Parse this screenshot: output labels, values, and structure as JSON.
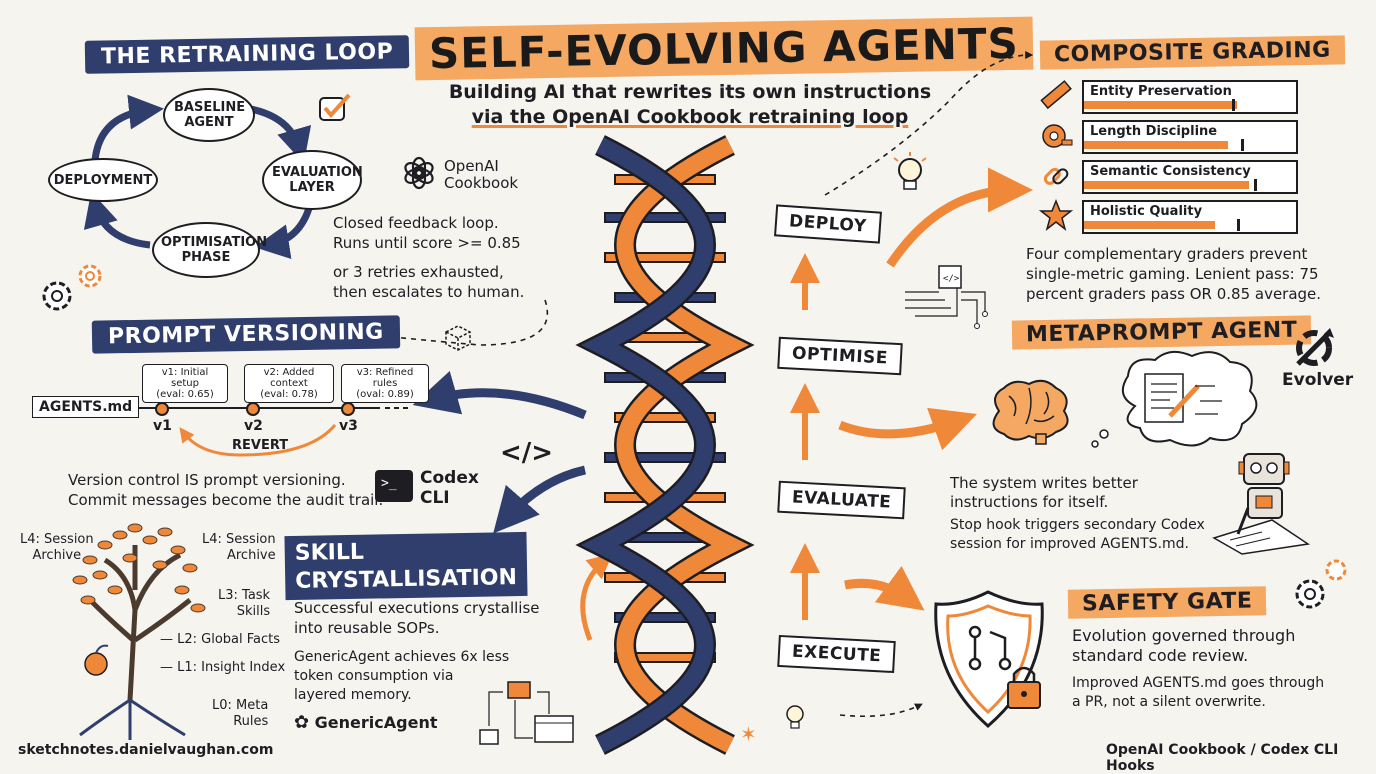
{
  "title": "SELF-EVOLVING AGENTS",
  "subtitle_line1": "Building AI that rewrites its own instructions",
  "subtitle_line2": "via the OpenAI Cookbook retraining loop",
  "openai_logo": {
    "line1": "OpenAI",
    "line2": "Cookbook"
  },
  "retraining_loop": {
    "heading": "THE RETRAINING LOOP",
    "nodes": [
      "BASELINE AGENT",
      "EVALUATION LAYER",
      "OPTIMISATION PHASE",
      "DEPLOYMENT"
    ],
    "desc_lines": [
      "Closed feedback loop.",
      "Runs until score >= 0.85",
      "or 3 retries exhausted,",
      "then escalates to human."
    ]
  },
  "prompt_versioning": {
    "heading": "PROMPT VERSIONING",
    "file": "AGENTS.md",
    "versions": [
      {
        "label": "v1",
        "note1": "v1: Initial setup",
        "note2": "(eval: 0.65)"
      },
      {
        "label": "v2",
        "note1": "v2: Added context",
        "note2": "(eval: 0.78)"
      },
      {
        "label": "v3",
        "note1": "v3: Refined rules",
        "note2": "(oval: 0.89)"
      }
    ],
    "revert": "REVERT",
    "desc_lines": [
      "Version control IS prompt versioning.",
      "Commit messages become the audit trail."
    ]
  },
  "codex": {
    "line1": "Codex",
    "line2": "CLI"
  },
  "skill": {
    "heading_line1": "SKILL",
    "heading_line2": "CRYSTALLISATION",
    "desc1_lines": [
      "Successful executions crystallise",
      "into reusable SOPs."
    ],
    "desc2_lines": [
      "GenericAgent achieves 6x less",
      "token consumption via",
      "layered memory."
    ],
    "logo": "GenericAgent"
  },
  "memory_tree": {
    "l4a": [
      "L4: Session",
      "Archive"
    ],
    "l4b": [
      "L4: Session",
      "Archive"
    ],
    "l3": [
      "L3: Task",
      "Skills"
    ],
    "l2": "L2: Global Facts",
    "l1": "L1: Insight Index",
    "l0": [
      "L0: Meta",
      "Rules"
    ]
  },
  "helix_banners": [
    "DEPLOY",
    "OPTIMISE",
    "EVALUATE",
    "EXECUTE"
  ],
  "composite": {
    "heading": "COMPOSITE GRADING",
    "graders": [
      {
        "name": "Entity Preservation",
        "icon": "ruler-icon",
        "fill": 0.72,
        "threshold": 0.7
      },
      {
        "name": "Length Discipline",
        "icon": "tape-measure-icon",
        "fill": 0.68,
        "threshold": 0.74
      },
      {
        "name": "Semantic Consistency",
        "icon": "chain-link-icon",
        "fill": 0.78,
        "threshold": 0.8
      },
      {
        "name": "Holistic Quality",
        "icon": "star-icon",
        "fill": 0.62,
        "threshold": 0.72
      }
    ],
    "desc_lines": [
      "Four complementary graders prevent",
      "single-metric gaming. Lenient pass: 75",
      "percent graders pass OR 0.85 average."
    ]
  },
  "metaprompt": {
    "heading": "METAPROMPT AGENT",
    "evolver": "Evolver",
    "desc1_lines": [
      "The system writes better",
      "instructions for itself."
    ],
    "desc2_lines": [
      "Stop hook triggers secondary Codex",
      "session for improved AGENTS.md."
    ]
  },
  "safety": {
    "heading": "SAFETY GATE",
    "desc1_lines": [
      "Evolution governed through",
      "standard code review."
    ],
    "desc2_lines": [
      "Improved AGENTS.md goes through",
      "a PR, not a silent overwrite."
    ]
  },
  "code_glyph": "</>",
  "footer_left": "sketchnotes.danielvaughan.com",
  "footer_right": "OpenAI Cookbook / Codex CLI Hooks",
  "colors": {
    "orange": "#f0883a",
    "navy": "#2f3e6d",
    "ink": "#1d1d22",
    "paper": "#f6f4ef"
  }
}
